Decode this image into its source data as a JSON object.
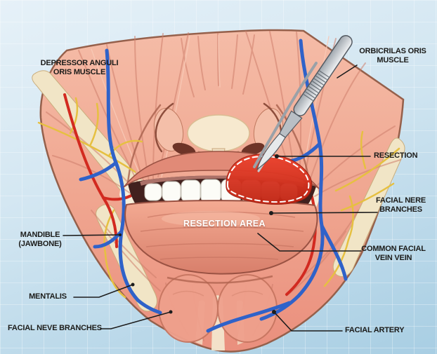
{
  "figure": {
    "type": "medical-illustration",
    "subject": "Lower face resection anatomy diagram",
    "labels": {
      "depressor_anguli_line1": "DEPRESSOR ANGULI",
      "depressor_anguli_line2": "ORIS MUSCLE",
      "orbicrilas_line1": "ORBICRILAS ORIS",
      "orbicrilas_line2": "MUSCLE",
      "resection": "RESECTION",
      "facial_nere_line1": "FACIAL NERE",
      "facial_nere_line2": "BRANCHES",
      "common_facial_line1": "COMMON FACIAL",
      "common_facial_line2": "VEIN VEIN",
      "facial_artery": "FACIAL ARTERY",
      "mandible_line1": "MANDIBLE",
      "mandible_line2": "(JAWBONE)",
      "mentalis": "MENTALIS",
      "facial_neve": "FACIAL NEVE BRANCHES",
      "resection_area": "RESECTION AREA"
    },
    "colors": {
      "background_top": "#e6f1f8",
      "background_bottom": "#a8cee3",
      "muscle_pink": "#ee9f8d",
      "tendon_cream": "#f1e5c6",
      "resection_red": "#d93520",
      "vein_blue": "#2f62c9",
      "artery_red": "#d22a20",
      "nerve_yellow": "#e6c041",
      "scalpel_gray": "#b9bfc5",
      "label_text": "#1b1b19",
      "resection_area_text": "#ffffff"
    }
  }
}
